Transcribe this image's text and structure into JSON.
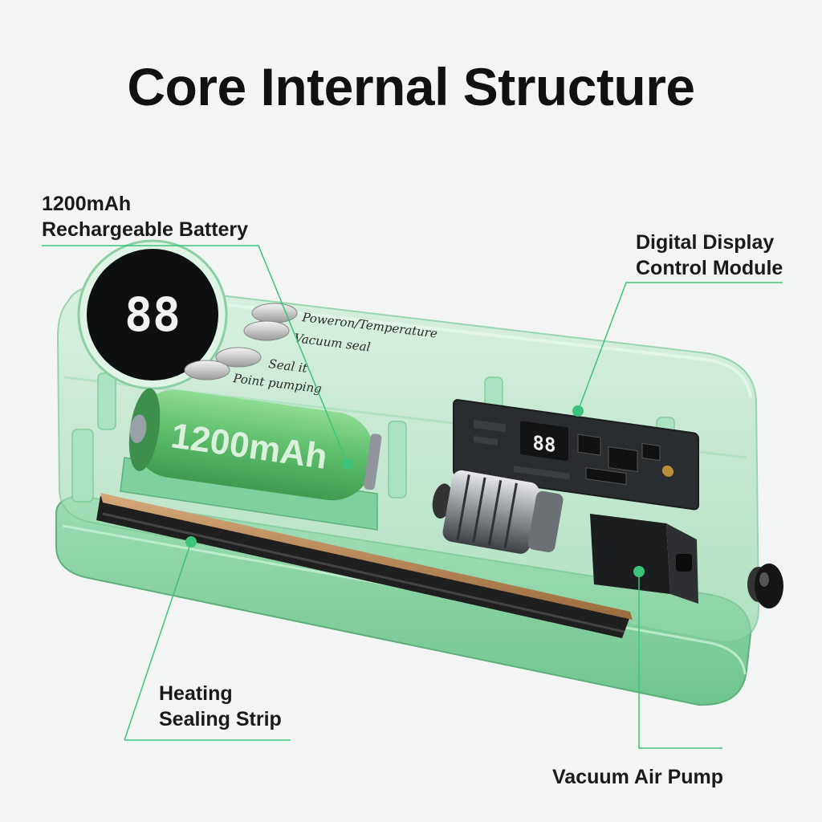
{
  "title": "Core Internal Structure",
  "labels": {
    "battery": [
      "1200mAh",
      "Rechargeable Battery"
    ],
    "display": [
      "Digital Display",
      "Control Module"
    ],
    "heating": [
      "Heating",
      "Sealing Strip"
    ],
    "pump": [
      "Vacuum Air Pump"
    ]
  },
  "device": {
    "display_readout": "88",
    "battery_text": "1200mAh",
    "chip_readout": "88",
    "buttons": [
      "Poweron/Temperature",
      "Vacuum seal",
      "Seal it",
      "Point pumping"
    ]
  },
  "colors": {
    "shell": "#8fd6a8",
    "accent_line": "#3cc47a",
    "battery": "#5fbf6e",
    "pcb": "#2a2d2f"
  }
}
